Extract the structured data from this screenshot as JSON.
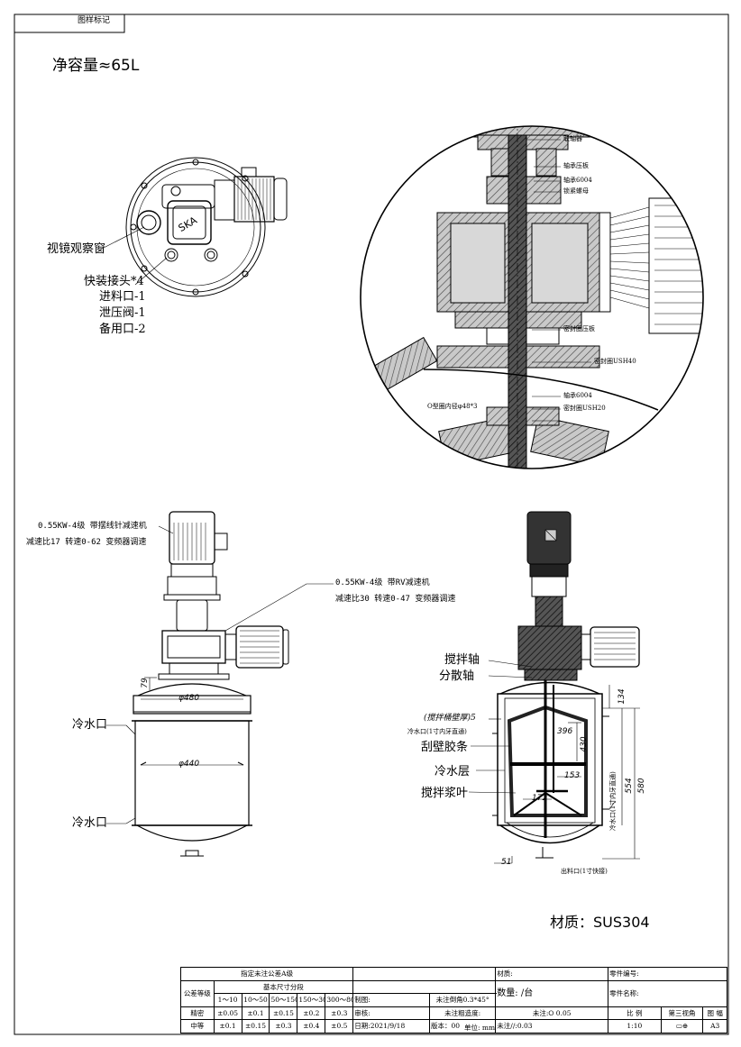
{
  "header_tag": "图样标记",
  "net_volume": "净容量≈65L",
  "material": "材质：SUS304",
  "top_view_labels": {
    "sight_glass": "视镜观察窗",
    "quick_connector": "快装接头*4",
    "feed_port": "进料口-1",
    "relief_valve": "泄压阀-1",
    "spare_port": "备用口-2"
  },
  "detail_labels": {
    "coupling": "联轴器",
    "bearing_plate": "轴承压板",
    "bearing_6004_top": "轴承6004",
    "lock_nut": "锁紧螺母",
    "seal_plate": "密封圈压板",
    "seal_us40": "密封圈USH40",
    "oring": "O型圈内径φ48*3",
    "bearing_6004_bottom": "轴承6004",
    "seal_us20": "密封圈USH20"
  },
  "motor1_spec": [
    "0.55KW-4级  带摆线针减速机",
    "减速比17  转速0-62 变频器调速"
  ],
  "motor2_spec": [
    "0.55KW-4级  带RV减速机",
    "减速比30 转速0-47 变频器调速"
  ],
  "left_view": {
    "dim_79": "79",
    "dim_480": "φ480",
    "dim_440": "φ440",
    "cooling_inlet_top": "冷水口",
    "cooling_inlet_bottom": "冷水口"
  },
  "section_view": {
    "agitator_shaft": "搅拌轴",
    "dispersing_shaft": "分散轴",
    "wall_thickness": "(搅拌桶壁厚)5",
    "cooling_port_left": "冷水口(1寸内牙直通)",
    "scraper_strip": "刮壁胶条",
    "cooling_layer": "冷水层",
    "paddle": "搅拌浆叶",
    "dim_134": "134",
    "dim_396": "396",
    "dim_430": "430",
    "dim_153": "153",
    "dim_172": "172",
    "dim_554": "554",
    "dim_580": "580",
    "dim_51": "51",
    "cooling_port_right": "冷水口(1寸内牙直通)",
    "discharge_port": "出料口(1寸快接)"
  },
  "title_block": {
    "tolerance_title": "指定未注公差A级",
    "basic_size": "基本尺寸分段",
    "tolerance_grade": "公差等级",
    "ranges": [
      "1～10",
      "10～50",
      "50～150",
      "150～300",
      "300～800"
    ],
    "precision_label": "精密",
    "precision": [
      "±0.05",
      "±0.1",
      "±0.15",
      "±0.2",
      "±0.3"
    ],
    "medium_label": "中等",
    "medium": [
      "±0.1",
      "±0.15",
      "±0.3",
      "±0.4",
      "±0.5"
    ],
    "drawing": "制图:",
    "review": "审核:",
    "date": "日期:2021/9/18",
    "chamfer": "未注倒角0.3*45°",
    "roughness": "未注粗造度:",
    "version": "版本：00",
    "flatness": "未注:⭘ 0.05",
    "parallel": "未注//:0.03",
    "unit": "单位: mm",
    "material_label": "材质:",
    "quantity": "数量: /台",
    "part_no": "零件编号:",
    "part_name": "零件名称:",
    "scale_label": "比 例",
    "scale": "1:10",
    "projection": "第三视角",
    "sheet_label": "图 幅",
    "sheet": "A3"
  }
}
